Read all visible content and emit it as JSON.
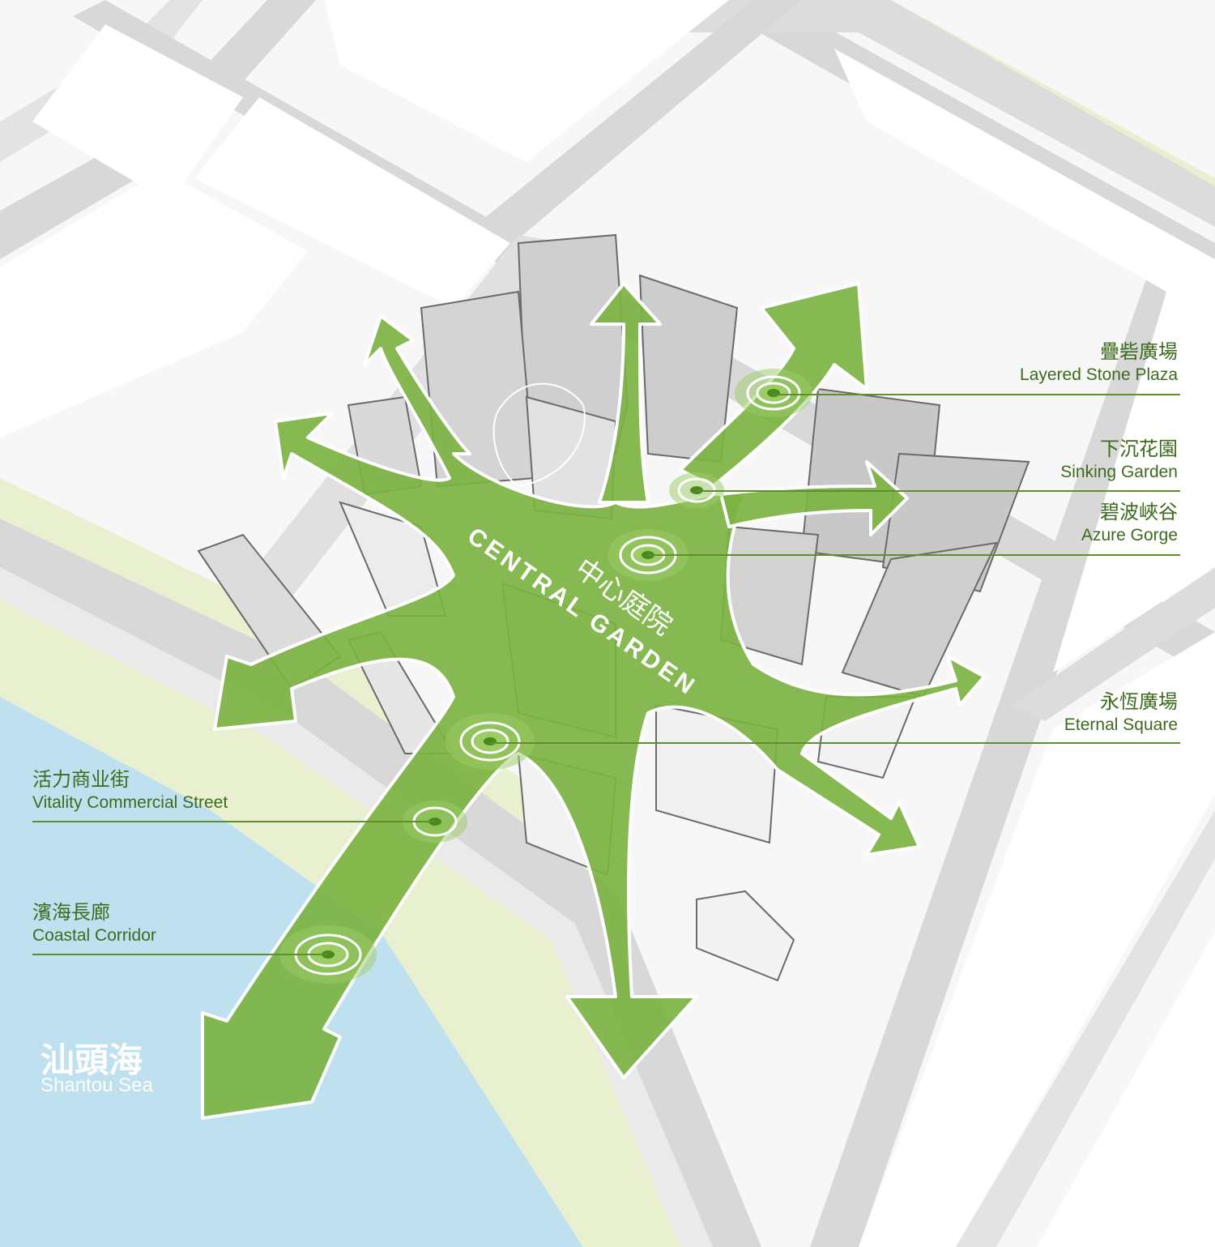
{
  "colors": {
    "sea": "#bfe1ef",
    "green": "#7cb342",
    "green_dark": "#5e9a2c",
    "road": "#d9d9d9",
    "road_edge": "#e9f0d0",
    "block": "#ffffff"
  },
  "sea_label": {
    "zh": "汕頭海",
    "en": "Shantou Sea"
  },
  "center_label": {
    "en": "CENTRAL GARDEN",
    "zh": "中心庭院"
  },
  "callouts": [
    {
      "id": "layered-stone-plaza",
      "zh": "疊砦廣場",
      "en": "Layered Stone Plaza"
    },
    {
      "id": "sinking-garden",
      "zh": "下沉花園",
      "en": "Sinking Garden"
    },
    {
      "id": "azure-gorge",
      "zh": "碧波峽谷",
      "en": "Azure Gorge"
    },
    {
      "id": "eternal-square",
      "zh": "永恆廣場",
      "en": "Eternal Square"
    },
    {
      "id": "vitality-commercial-street",
      "zh": "活力商业街",
      "en": "Vitality Commercial Street"
    },
    {
      "id": "coastal-corridor",
      "zh": "濱海長廊",
      "en": "Coastal Corridor"
    }
  ]
}
